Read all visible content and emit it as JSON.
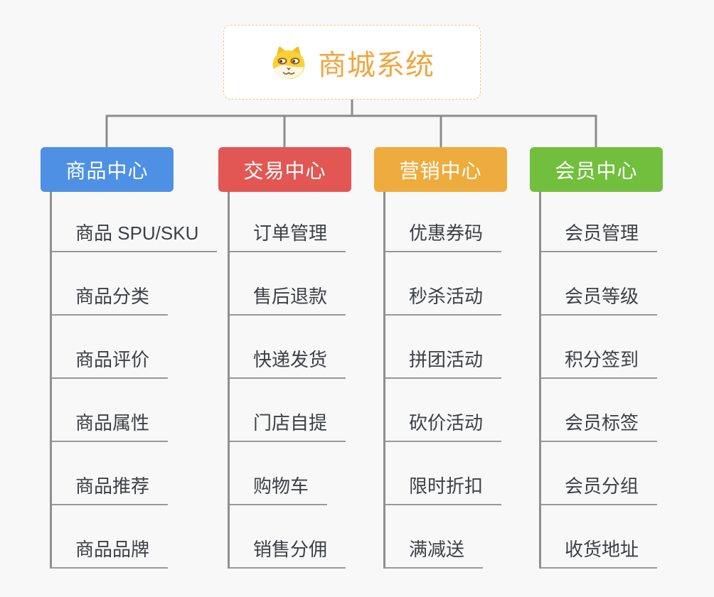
{
  "root": {
    "title": "商城系统",
    "icon": "shiba-dog-icon"
  },
  "theme": {
    "background": "#f8f8f8",
    "connector_color": "#8c8c8c",
    "trunk_color": "#8f8f8f",
    "underline_color": "#999999",
    "item_text_color": "#3d4045",
    "root_border_color": "#f3c983",
    "root_title_color": "#f0a63f"
  },
  "branches": [
    {
      "label": "商品中心",
      "color": "#4e90e4",
      "items": [
        "商品 SPU/SKU",
        "商品分类",
        "商品评价",
        "商品属性",
        "商品推荐",
        "商品品牌"
      ]
    },
    {
      "label": "交易中心",
      "color": "#e25754",
      "items": [
        "订单管理",
        "售后退款",
        "快递发货",
        "门店自提",
        "购物车",
        "销售分佣"
      ]
    },
    {
      "label": "营销中心",
      "color": "#eeac3e",
      "items": [
        "优惠券码",
        "秒杀活动",
        "拼团活动",
        "砍价活动",
        "限时折扣",
        "满减送"
      ]
    },
    {
      "label": "会员中心",
      "color": "#72bf3e",
      "items": [
        "会员管理",
        "会员等级",
        "积分签到",
        "会员标签",
        "会员分组",
        "收货地址"
      ]
    }
  ]
}
